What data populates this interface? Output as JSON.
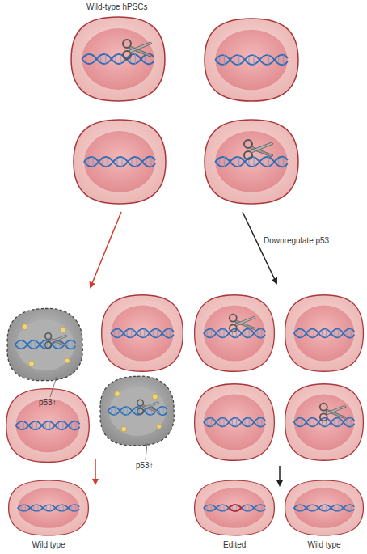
{
  "diagram": {
    "labels": [
      "Wild-type hPSCs",
      "Downregulate p53",
      "p53↑",
      "p53↑",
      "Wild type",
      "Edited",
      "Wild type"
    ]
  }
}
